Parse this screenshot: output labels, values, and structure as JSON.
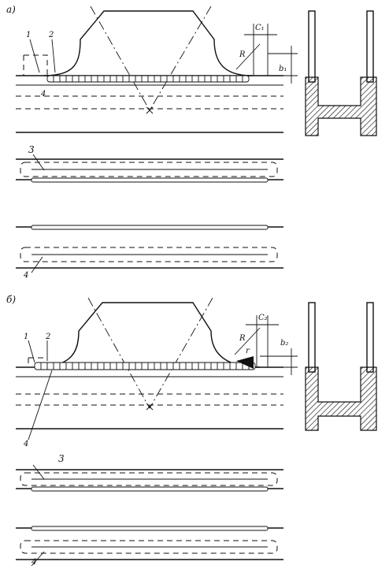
{
  "panel_a": {
    "label": "a)",
    "callouts": [
      "1",
      "2",
      "3",
      "4"
    ],
    "dim_c": "C₁",
    "dim_b": "b₁",
    "radius": "R"
  },
  "panel_b": {
    "label": "б)",
    "callouts": [
      "1",
      "2",
      "3",
      "4"
    ],
    "dim_c": "C₂",
    "dim_b": "b₂",
    "radius": "R",
    "radius_small": "r"
  }
}
